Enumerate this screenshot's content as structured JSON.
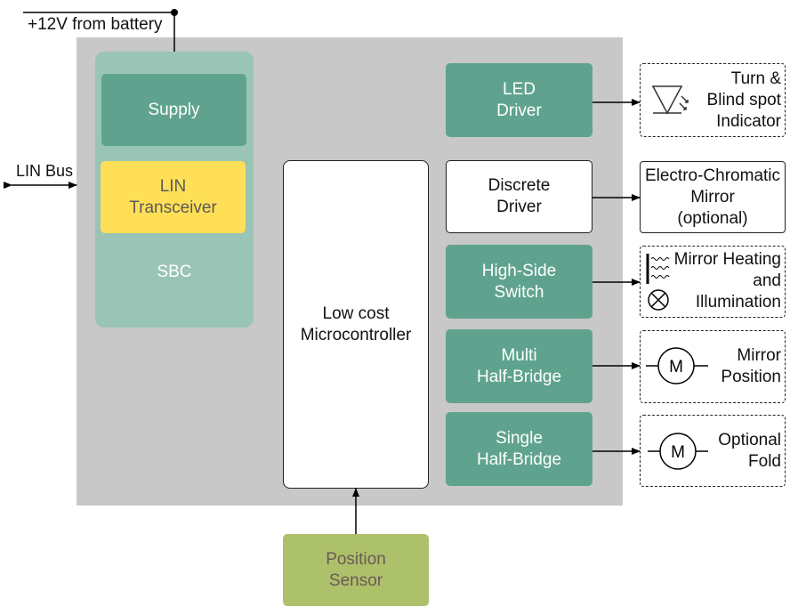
{
  "power": {
    "label": "+12V from battery"
  },
  "lin_bus": {
    "label": "LIN Bus"
  },
  "sbc": {
    "label": "SBC",
    "supply": "Supply",
    "lin_transceiver": [
      "LIN",
      "Transceiver"
    ]
  },
  "microcontroller": [
    "Low cost",
    "Microcontroller"
  ],
  "position_sensor": [
    "Position",
    "Sensor"
  ],
  "drivers": [
    {
      "lines": [
        "LED",
        "Driver"
      ],
      "style": "green"
    },
    {
      "lines": [
        "Discrete",
        "Driver"
      ],
      "style": "white"
    },
    {
      "lines": [
        "High-Side",
        "Switch"
      ],
      "style": "green"
    },
    {
      "lines": [
        "Multi",
        "Half-Bridge"
      ],
      "style": "green"
    },
    {
      "lines": [
        "Single",
        "Half-Bridge"
      ],
      "style": "green"
    }
  ],
  "loads": [
    {
      "lines": [
        "Turn &",
        "Blind spot",
        "Indicator"
      ],
      "icon": "led-icon",
      "border": "dashed"
    },
    {
      "lines": [
        "Electro-Chromatic",
        "Mirror",
        "(optional)"
      ],
      "icon": "",
      "border": "solid"
    },
    {
      "lines": [
        "Mirror Heating",
        "and",
        "Illumination"
      ],
      "icon": "heater-lamp-icon",
      "border": "dashed"
    },
    {
      "lines": [
        "Mirror",
        "Position"
      ],
      "icon": "motor-icon",
      "border": "dashed"
    },
    {
      "lines": [
        "Optional",
        "Fold"
      ],
      "icon": "motor-icon",
      "border": "dashed"
    }
  ],
  "motor_symbol": "M",
  "colors": {
    "block_green": "#5fa38f",
    "sbc_green": "#9ac4b6",
    "lin_yellow": "#ffdf57",
    "sensor_olive": "#adc06a",
    "background_gray": "#c8c8c8"
  }
}
